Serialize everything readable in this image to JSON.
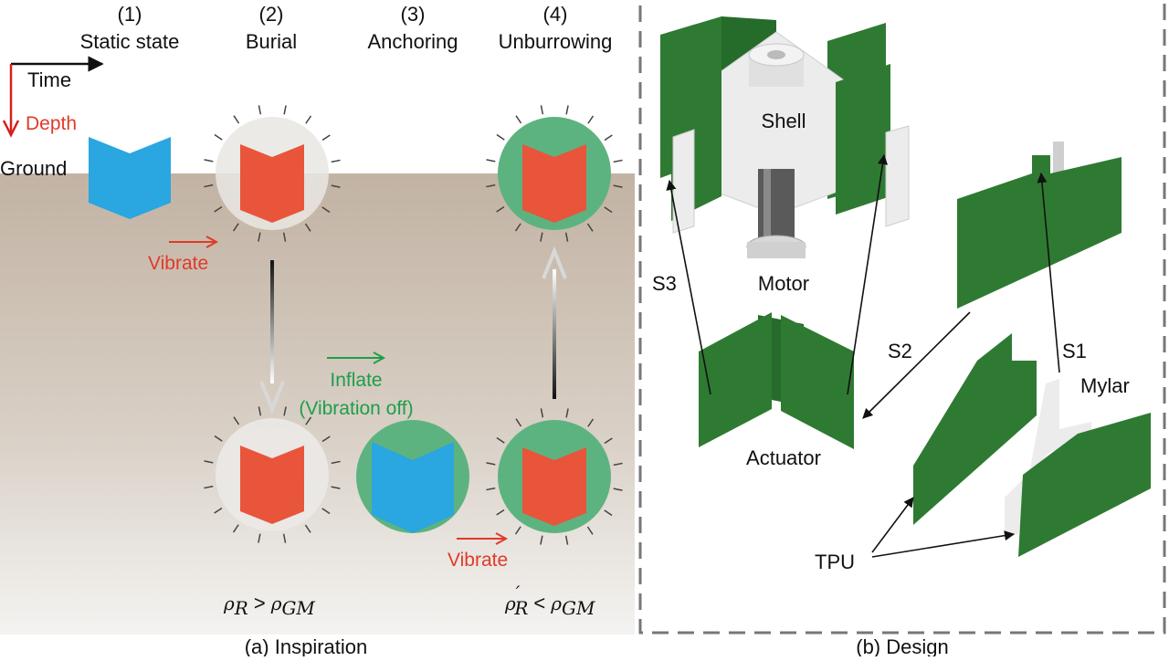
{
  "inspiration": {
    "stages": [
      {
        "num": "(1)",
        "name": "Static state"
      },
      {
        "num": "(2)",
        "name": "Burial"
      },
      {
        "num": "(3)",
        "name": "Anchoring"
      },
      {
        "num": "(4)",
        "name": "Unburrowing"
      }
    ],
    "time_label": "Time",
    "depth_label": "Depth",
    "ground_label": "Ground",
    "vibrate_label": "Vibrate",
    "inflate_label": "Inflate",
    "vibration_off_label": "(Vibration off)",
    "vibrate_label_2": "Vibrate",
    "density_left": {
      "sym": "ρ",
      "sub": "R",
      "op": ">",
      "sym2": "ρ",
      "sub2": "GM"
    },
    "density_right": {
      "sym": "ρ",
      "prime": "′",
      "sub": "R",
      "op": "<",
      "sym2": "ρ",
      "sub2": "GM"
    },
    "caption": "(a) Inspiration"
  },
  "design": {
    "shell_label": "Shell",
    "motor_label": "Motor",
    "actuator_label": "Actuator",
    "s3_label": "S3",
    "s2_label": "S2",
    "s1_label": "S1",
    "mylar_label": "Mylar",
    "tpu_label": "TPU",
    "caption": "(b) Design"
  },
  "colors": {
    "robot_red": "#e8553b",
    "robot_blue": "#2aa6e0",
    "inflate_green": "#5db37f",
    "actuator_green": "#2f7a33",
    "actuator_dark": "#1f5a24",
    "shell_white": "#ececec",
    "label_red": "#e03a2a",
    "label_green": "#1e9e4a",
    "soil": "#c6b8a8"
  }
}
